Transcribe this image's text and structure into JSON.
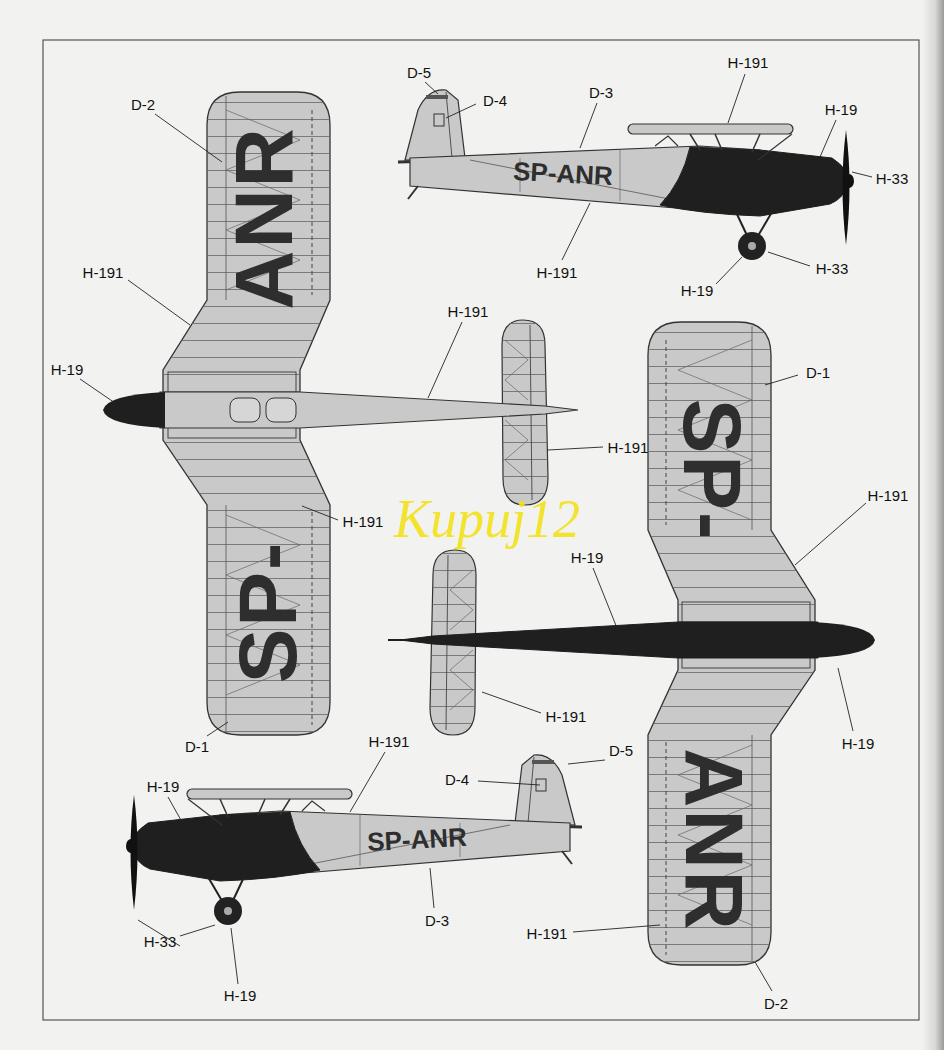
{
  "diagram": {
    "labels": [
      "D-5",
      "D-4",
      "D-3",
      "H-191",
      "H-19",
      "H-33",
      "SP-ANR",
      "H-191",
      "H-19",
      "H-33",
      "D-2",
      "ANR",
      "H-191",
      "H-19",
      "H-191",
      "H-191",
      "H-191",
      "SP-",
      "D-1",
      "D-1",
      "SP-",
      "H-191",
      "H-19",
      "H-191",
      "H-19",
      "ANR",
      "H-191",
      "D-2",
      "H-191",
      "H-19",
      "D-4",
      "D-5",
      "SP-ANR",
      "D-3",
      "H-33",
      "H-19",
      "Kupuj12"
    ]
  }
}
